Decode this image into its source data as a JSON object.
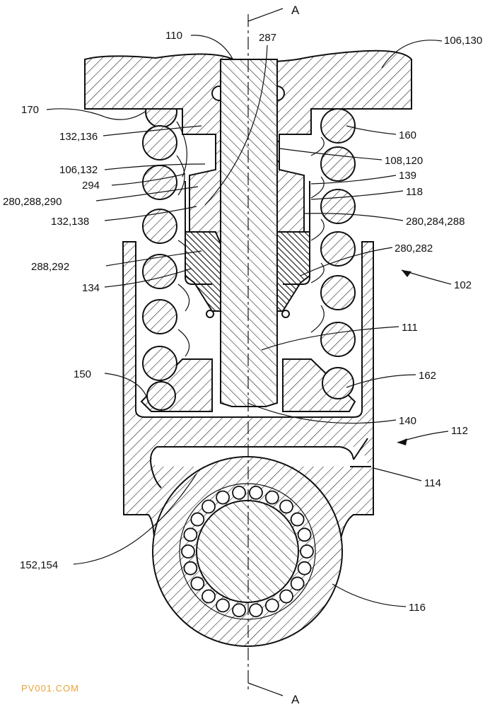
{
  "figure": {
    "axis_label_top": "A",
    "axis_label_bottom": "A",
    "watermark": "PV001.COM",
    "watermark_color": "#e8a33a"
  },
  "labels": {
    "l110": "110",
    "l287": "287",
    "l106_130": "106,130",
    "l170": "170",
    "l132_136": "132,136",
    "l160": "160",
    "l108_120": "108,120",
    "l106_132": "106,132",
    "l139": "139",
    "l294": "294",
    "l118": "118",
    "l280_288_290": "280,288,290",
    "l132_138": "132,138",
    "l280_284_288": "280,284,288",
    "l280_282": "280,282",
    "l288_292": "288,292",
    "l134": "134",
    "l102": "102",
    "l111": "111",
    "l150": "150",
    "l162": "162",
    "l140": "140",
    "l112": "112",
    "l114": "114",
    "l152_154": "152,154",
    "l116": "116"
  }
}
